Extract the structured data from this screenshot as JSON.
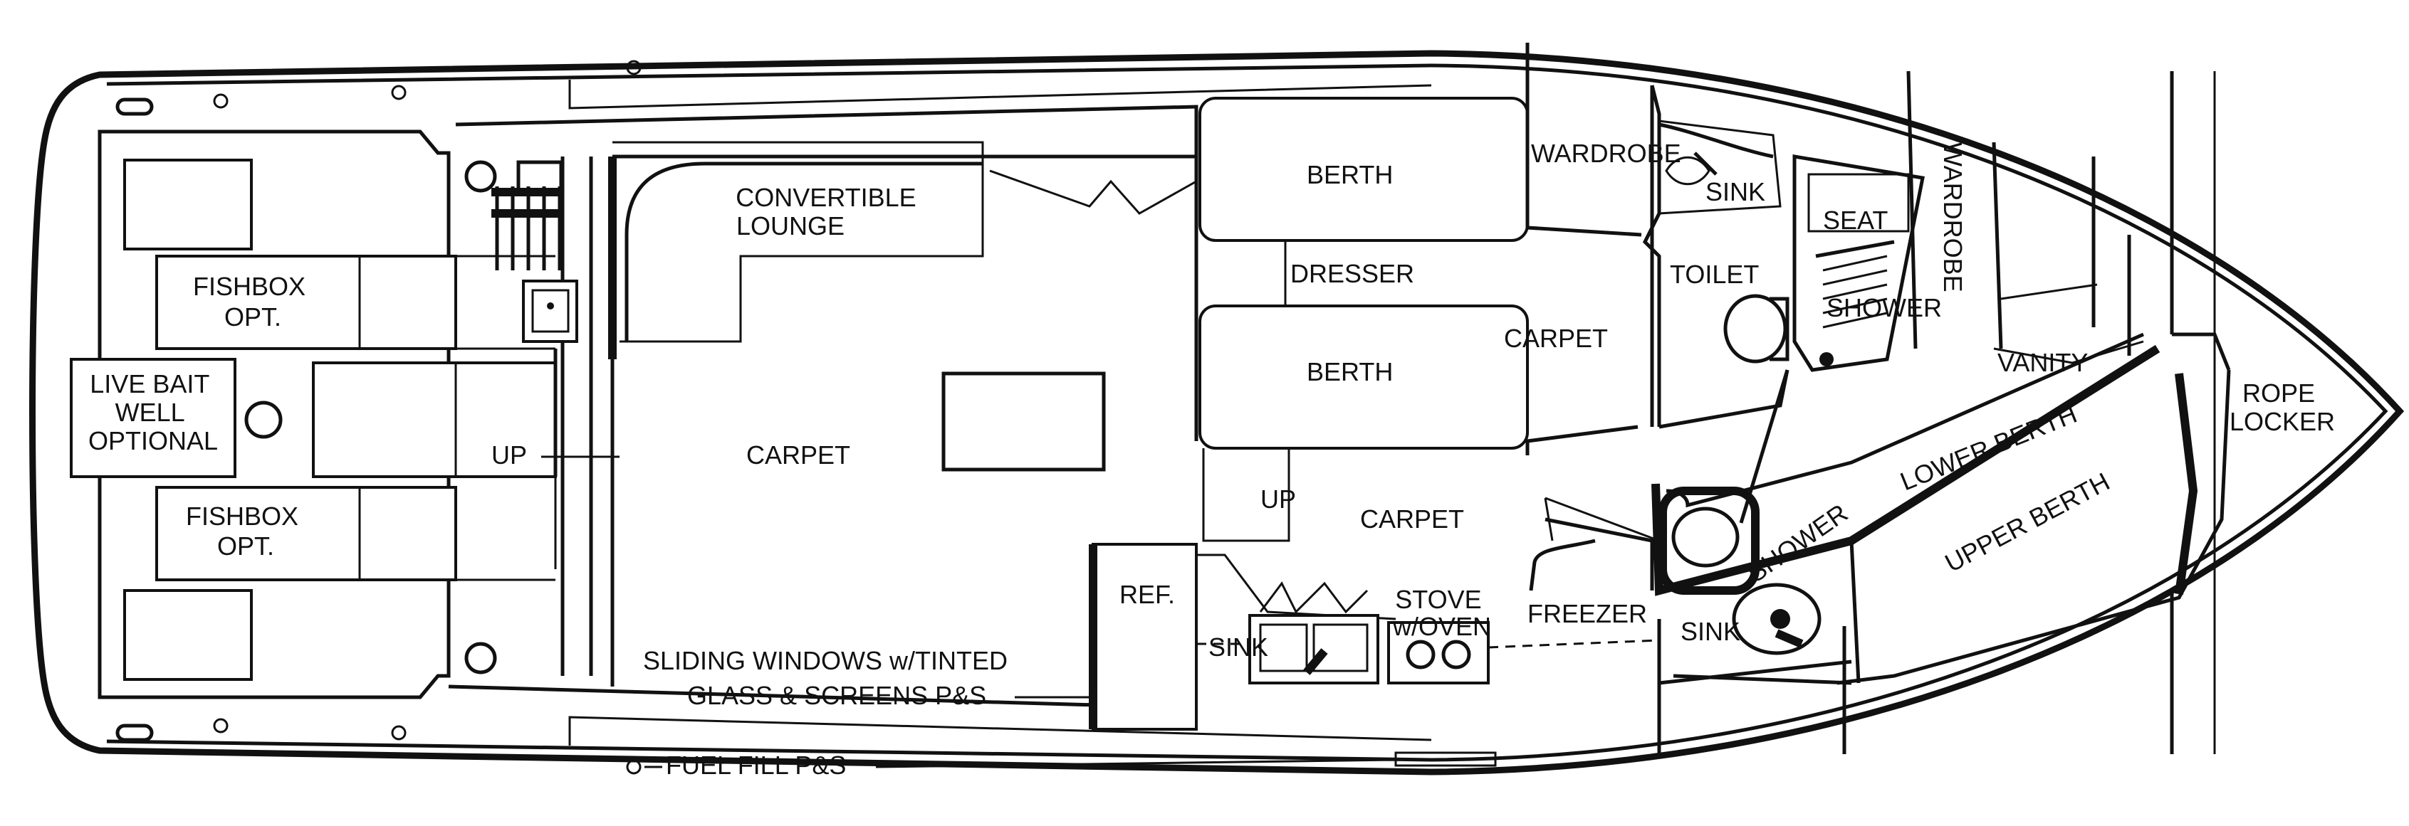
{
  "labels": {
    "fishbox_top": [
      "FISHBOX",
      "OPT."
    ],
    "live_bait": [
      "LIVE BAIT",
      "WELL",
      "OPTIONAL"
    ],
    "fishbox_bottom": [
      "FISHBOX",
      "OPT."
    ],
    "up_cockpit": "UP",
    "convertible_lounge": [
      "CONVERTIBLE",
      "LOUNGE"
    ],
    "carpet_salon": "CARPET",
    "sliding_windows": [
      "SLIDING WINDOWS w/TINTED",
      "GLASS & SCREENS P&S"
    ],
    "fuel_fill": "FUEL FILL P&S",
    "berth_upper": "BERTH",
    "dresser": "DRESSER",
    "berth_lower": "BERTH",
    "carpet_cabin": "CARPET",
    "up_galley": "UP",
    "carpet_galley": "CARPET",
    "ref": "REF.",
    "sink_galley": "SINK",
    "stove": [
      "STOVE",
      "w/OVEN"
    ],
    "freezer": "FREEZER",
    "wardrobe_left": "WARDROBE",
    "sink_head": "SINK",
    "toilet": "TOILET",
    "seat": "SEAT",
    "shower_head": "SHOWER",
    "wardrobe_right": "WARDROBE",
    "vanity": "VANITY",
    "lower_berth": "LOWER BERTH",
    "upper_berth": "UPPER BERTH",
    "shower_fwd": "SHOWER",
    "sink_fwd": "SINK",
    "rope_locker": [
      "ROPE",
      "LOCKER"
    ]
  },
  "icons": [
    "ladder-icon",
    "toilet-icon",
    "sink-icon",
    "stove-burner-icon",
    "cleat-icon"
  ]
}
